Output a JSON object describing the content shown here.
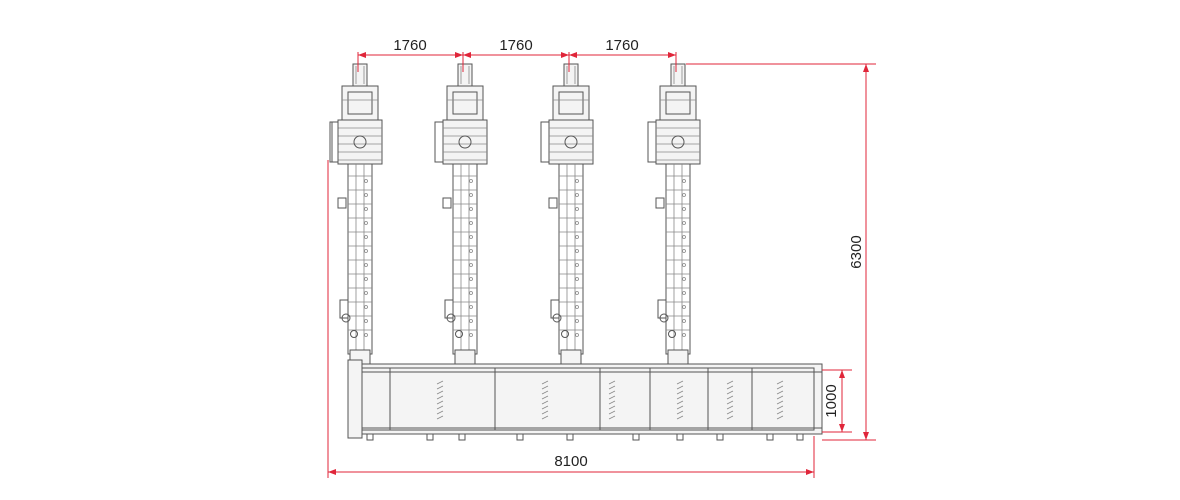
{
  "drawing": {
    "colors": {
      "dimension_line": "#e0263a",
      "machine_line": "#555555",
      "background": "#ffffff"
    },
    "dimensions": {
      "spacing_1": "1760",
      "spacing_2": "1760",
      "spacing_3": "1760",
      "total_height": "6300",
      "conveyor_width": "1000",
      "total_length": "8100"
    },
    "units_count": 4
  }
}
